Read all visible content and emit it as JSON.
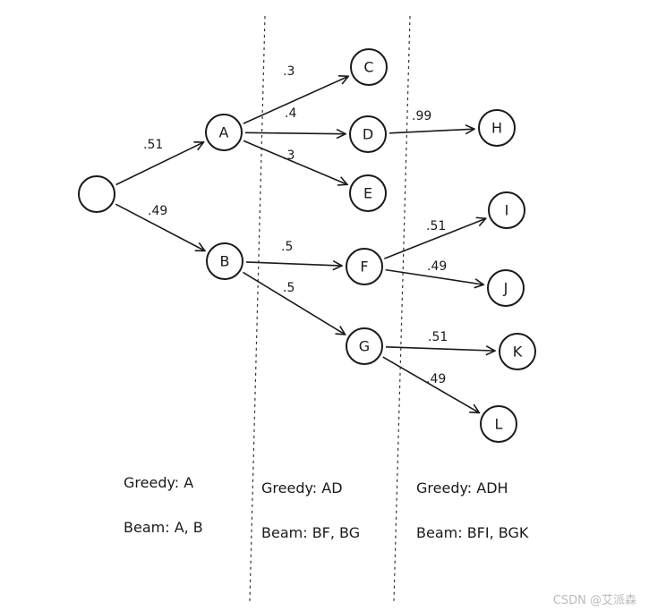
{
  "diagram": {
    "nodes": [
      {
        "id": "root",
        "label": ""
      },
      {
        "id": "A",
        "label": "A"
      },
      {
        "id": "B",
        "label": "B"
      },
      {
        "id": "C",
        "label": "C"
      },
      {
        "id": "D",
        "label": "D"
      },
      {
        "id": "E",
        "label": "E"
      },
      {
        "id": "F",
        "label": "F"
      },
      {
        "id": "G",
        "label": "G"
      },
      {
        "id": "H",
        "label": "H"
      },
      {
        "id": "I",
        "label": "I"
      },
      {
        "id": "J",
        "label": "J"
      },
      {
        "id": "K",
        "label": "K"
      },
      {
        "id": "L",
        "label": "L"
      }
    ],
    "edges": [
      {
        "from": "root",
        "to": "A",
        "label": ".51"
      },
      {
        "from": "root",
        "to": "B",
        "label": ".49"
      },
      {
        "from": "A",
        "to": "C",
        "label": ".3"
      },
      {
        "from": "A",
        "to": "D",
        "label": ".4"
      },
      {
        "from": "A",
        "to": "E",
        "label": ".3"
      },
      {
        "from": "B",
        "to": "F",
        "label": ".5"
      },
      {
        "from": "B",
        "to": "G",
        "label": ".5"
      },
      {
        "from": "D",
        "to": "H",
        "label": ".99"
      },
      {
        "from": "F",
        "to": "I",
        "label": ".51"
      },
      {
        "from": "F",
        "to": "J",
        "label": ".49"
      },
      {
        "from": "G",
        "to": "K",
        "label": ".51"
      },
      {
        "from": "G",
        "to": "L",
        "label": ".49"
      }
    ]
  },
  "summaries": {
    "step1": {
      "greedy": "Greedy: A",
      "beam": "Beam: A, B"
    },
    "step2": {
      "greedy": "Greedy: AD",
      "beam": "Beam: BF, BG"
    },
    "step3": {
      "greedy": "Greedy: ADH",
      "beam": "Beam: BFI, BGK"
    }
  },
  "watermark": "CSDN @艾派森"
}
